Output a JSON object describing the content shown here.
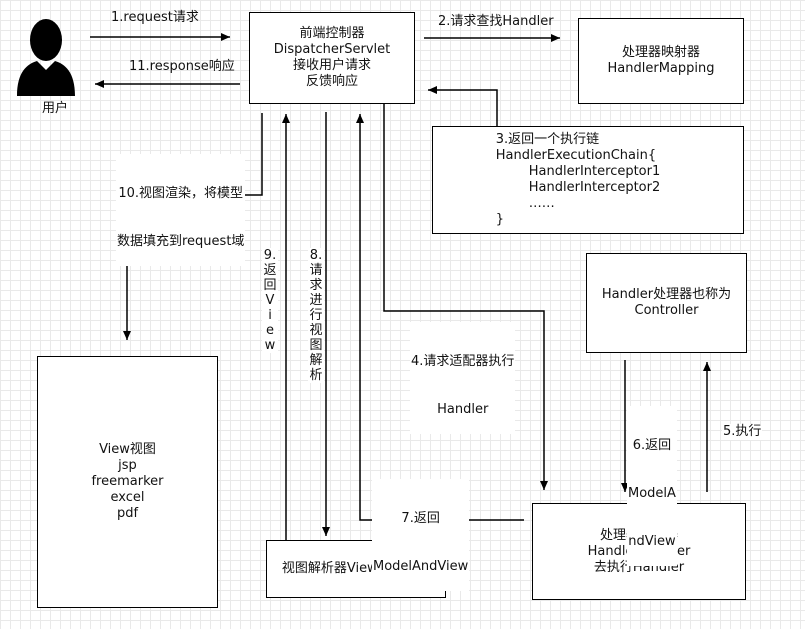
{
  "user": {
    "label": "用户",
    "icon": "user-silhouette-icon"
  },
  "boxes": {
    "dispatcher": [
      "前端控制器",
      "DispatcherServlet",
      "接收用户请求",
      "反馈响应"
    ],
    "mapping": [
      "处理器映射器",
      "HandlerMapping"
    ],
    "chain": [
      "3.返回一个执行链",
      "HandlerExecutionChain{",
      "        HandlerInterceptor1",
      "        HandlerInterceptor2",
      "        ……",
      "}"
    ],
    "controller": [
      "Handler处理器也称为",
      "Controller"
    ],
    "view": [
      "View视图",
      "jsp",
      "freemarker",
      "excel",
      "pdf"
    ],
    "resolver": [
      "视图解析器Viewresolver"
    ],
    "adapter": [
      "处理器适配器",
      "HandlerAdapter",
      "去执行Handler"
    ]
  },
  "labels": {
    "step1": "1.request请求",
    "step11": "11.response响应",
    "step2": "2.请求查找Handler",
    "step10": [
      "10.视图渲染，将模型",
      "数据填充到request域"
    ],
    "step9": [
      "9.",
      "返",
      "回",
      "V",
      "i",
      "e",
      "w"
    ],
    "step8": [
      "8.",
      "请",
      "求",
      "进",
      "行",
      "视",
      "图",
      "解",
      "析"
    ],
    "step4": [
      "4.请求适配器执行",
      "Handler"
    ],
    "step6": [
      "6.返回",
      "ModelA",
      "ndView"
    ],
    "step5": "5.执行",
    "step7": [
      "7.返回",
      "ModelAndView"
    ]
  },
  "colors": {
    "line": "#000000",
    "grid": "#e9e9e9"
  }
}
